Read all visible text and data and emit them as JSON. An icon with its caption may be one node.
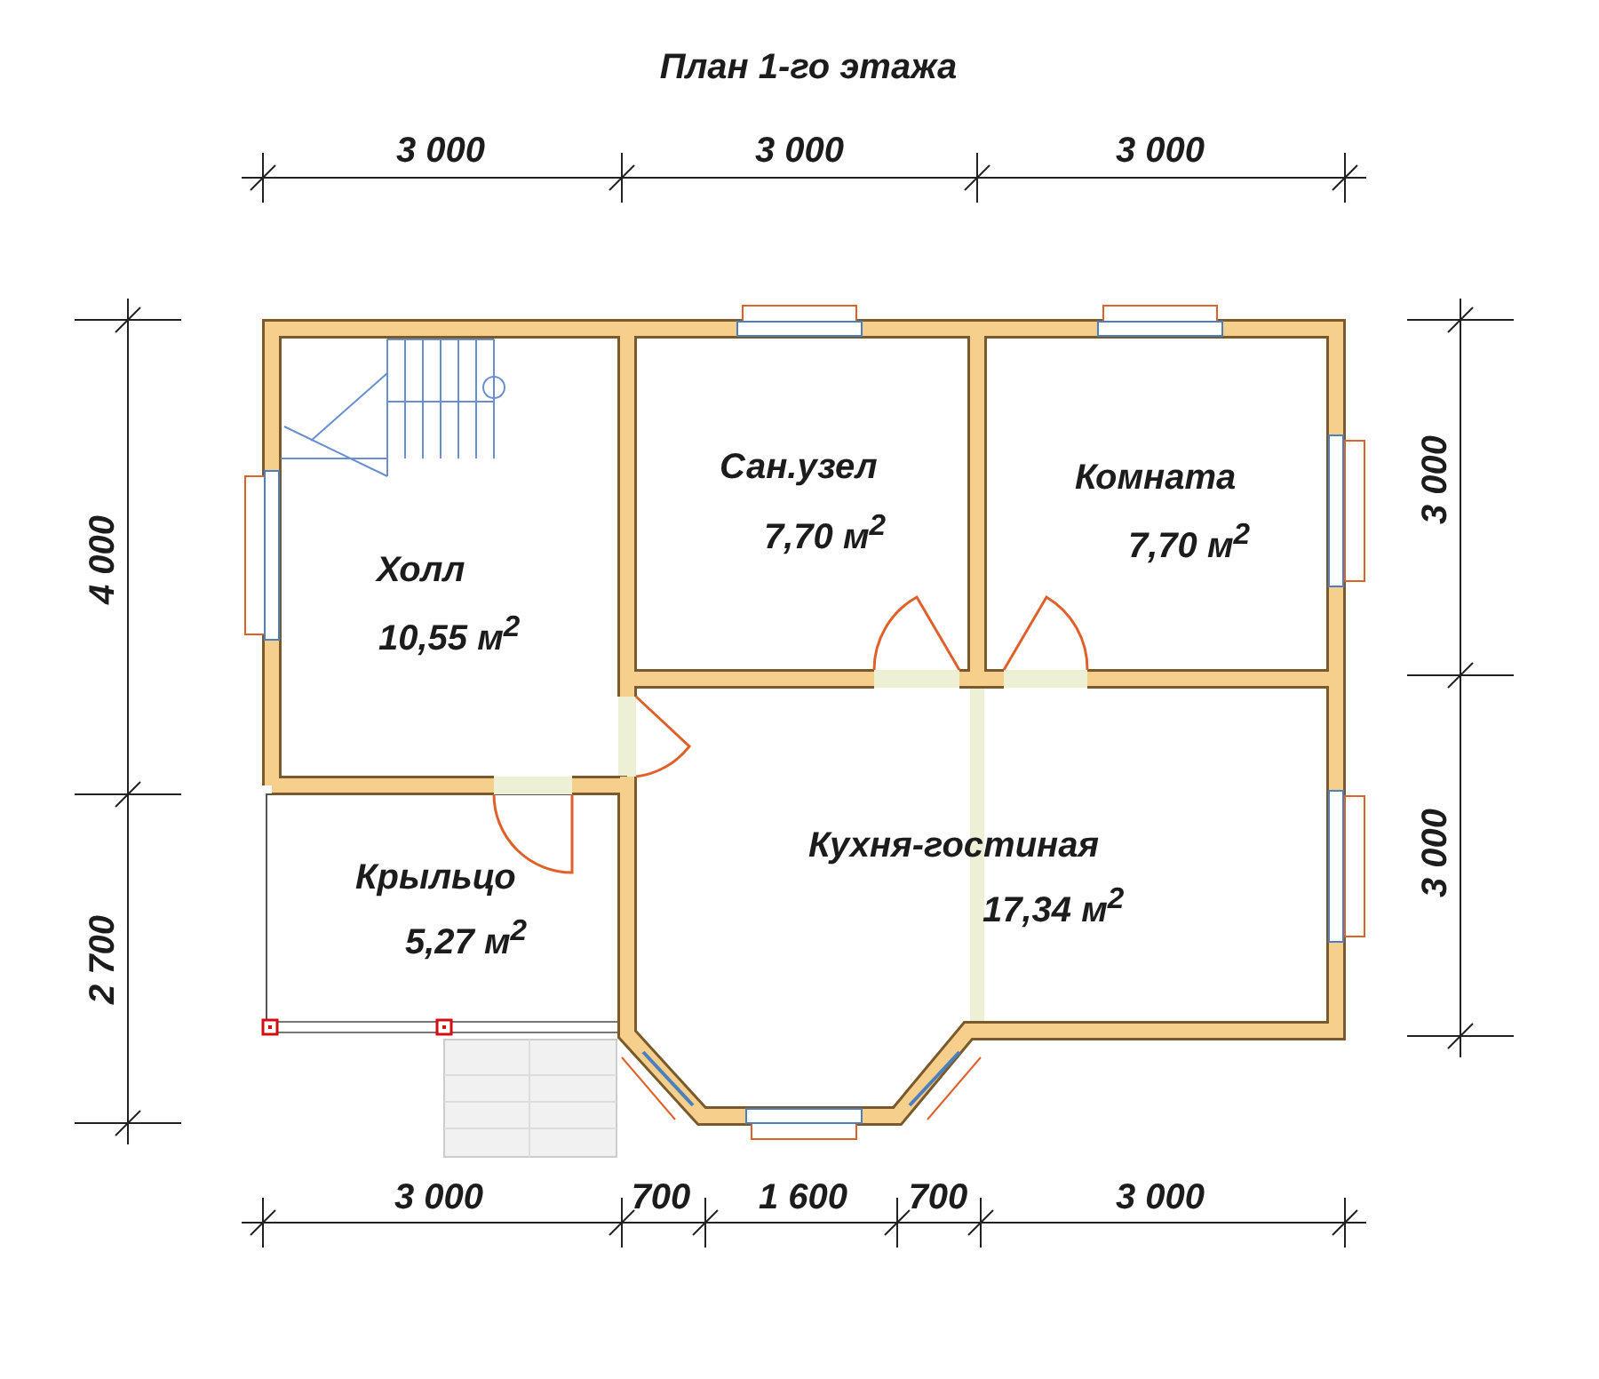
{
  "diagram": {
    "title": "План 1-го этажа",
    "nodes": [
      {
        "text": [
          "Холл",
          "10,55 м$^{2}$"
        ]
      },
      {
        "text": [
          "Сан.узел",
          "7,70 м$^{2}$"
        ]
      },
      {
        "text": [
          "Комната",
          "7,70 м$^{2}$"
        ]
      },
      {
        "text": [
          "Кухня-гостиная",
          "17,34 м$^{2}$"
        ]
      },
      {
        "text": [
          "Крыльцо",
          "5,27 м$^{2}$"
        ]
      }
    ],
    "labels": [
      "3 000",
      "3 000",
      "3 000",
      "3 000",
      "4 000",
      "3 000",
      "2 700",
      "3 000",
      "700",
      "1 600",
      "700",
      "3 000"
    ]
  }
}
